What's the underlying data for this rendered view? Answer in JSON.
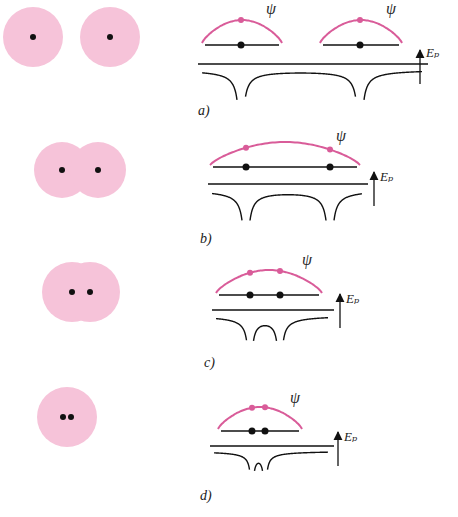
{
  "diagram": {
    "labels": [
      "ψ",
      "ψ",
      "Eₚ",
      "a)",
      "ψ",
      "Eₚ",
      "b)",
      "ψ",
      "Eₚ",
      "c)",
      "ψ",
      "Eₚ",
      "d)"
    ]
  }
}
